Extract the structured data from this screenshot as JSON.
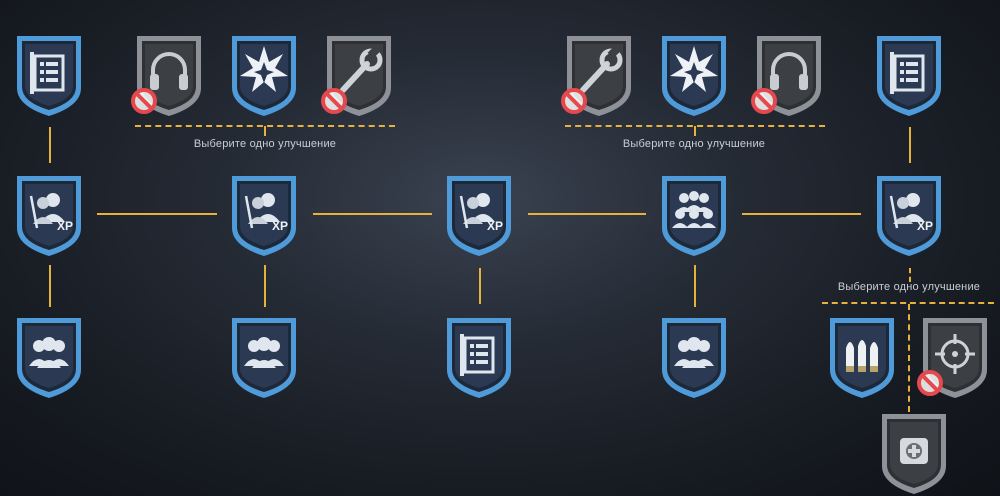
{
  "choice_label": "Выберите одно улучшение",
  "colors": {
    "active_fill": "#2b3a52",
    "active_border": "#4f9bd9",
    "locked_fill": "#3c3f44",
    "locked_border": "#8e9298",
    "connector": "#e8b13b",
    "ban": "#e5484d"
  },
  "nodes": [
    {
      "id": "r1c1",
      "icon": "checklist-icon",
      "state": "active"
    },
    {
      "id": "r1c2",
      "icon": "headset-icon",
      "state": "locked",
      "banned": true
    },
    {
      "id": "r1c3",
      "icon": "explosion-icon",
      "state": "active"
    },
    {
      "id": "r1c4",
      "icon": "wrench-icon",
      "state": "locked",
      "banned": true
    },
    {
      "id": "r1c5",
      "icon": "wrench-icon",
      "state": "locked",
      "banned": true
    },
    {
      "id": "r1c6",
      "icon": "explosion-icon",
      "state": "active"
    },
    {
      "id": "r1c7",
      "icon": "headset-icon",
      "state": "locked",
      "banned": true
    },
    {
      "id": "r1c8",
      "icon": "checklist-icon",
      "state": "active"
    },
    {
      "id": "r2c1",
      "icon": "crew-xp-icon",
      "state": "active"
    },
    {
      "id": "r2c2",
      "icon": "crew-xp-icon",
      "state": "active"
    },
    {
      "id": "r2c3",
      "icon": "crew-xp-icon",
      "state": "active"
    },
    {
      "id": "r2c4",
      "icon": "large-crew-icon",
      "state": "active"
    },
    {
      "id": "r2c5",
      "icon": "crew-xp-icon",
      "state": "active"
    },
    {
      "id": "r3c1",
      "icon": "crew-icon",
      "state": "active"
    },
    {
      "id": "r3c2",
      "icon": "crew-icon",
      "state": "active"
    },
    {
      "id": "r3c3",
      "icon": "checklist-icon",
      "state": "active"
    },
    {
      "id": "r3c4",
      "icon": "crew-icon",
      "state": "active"
    },
    {
      "id": "r3c5",
      "icon": "ammo-icon",
      "state": "active"
    },
    {
      "id": "r3c6",
      "icon": "crosshair-icon",
      "state": "locked",
      "banned": true
    },
    {
      "id": "r4c1",
      "icon": "medkit-icon",
      "state": "locked"
    }
  ]
}
